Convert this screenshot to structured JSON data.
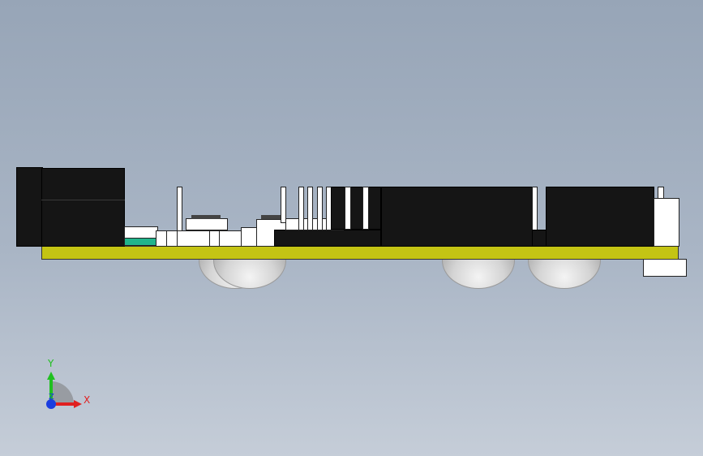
{
  "viewport": {
    "background_top": "#97a5b7",
    "background_bottom": "#c5cdd8"
  },
  "model": {
    "pcb_color": "#c4c414",
    "component_color": "#151515",
    "connector_color": "#ffffff",
    "led_color": "#21b48c"
  },
  "triad": {
    "x_label": "X",
    "y_label": "Y",
    "z_label": "Z",
    "x_color": "#e02020",
    "y_color": "#20c020",
    "z_color": "#1a3de0"
  }
}
